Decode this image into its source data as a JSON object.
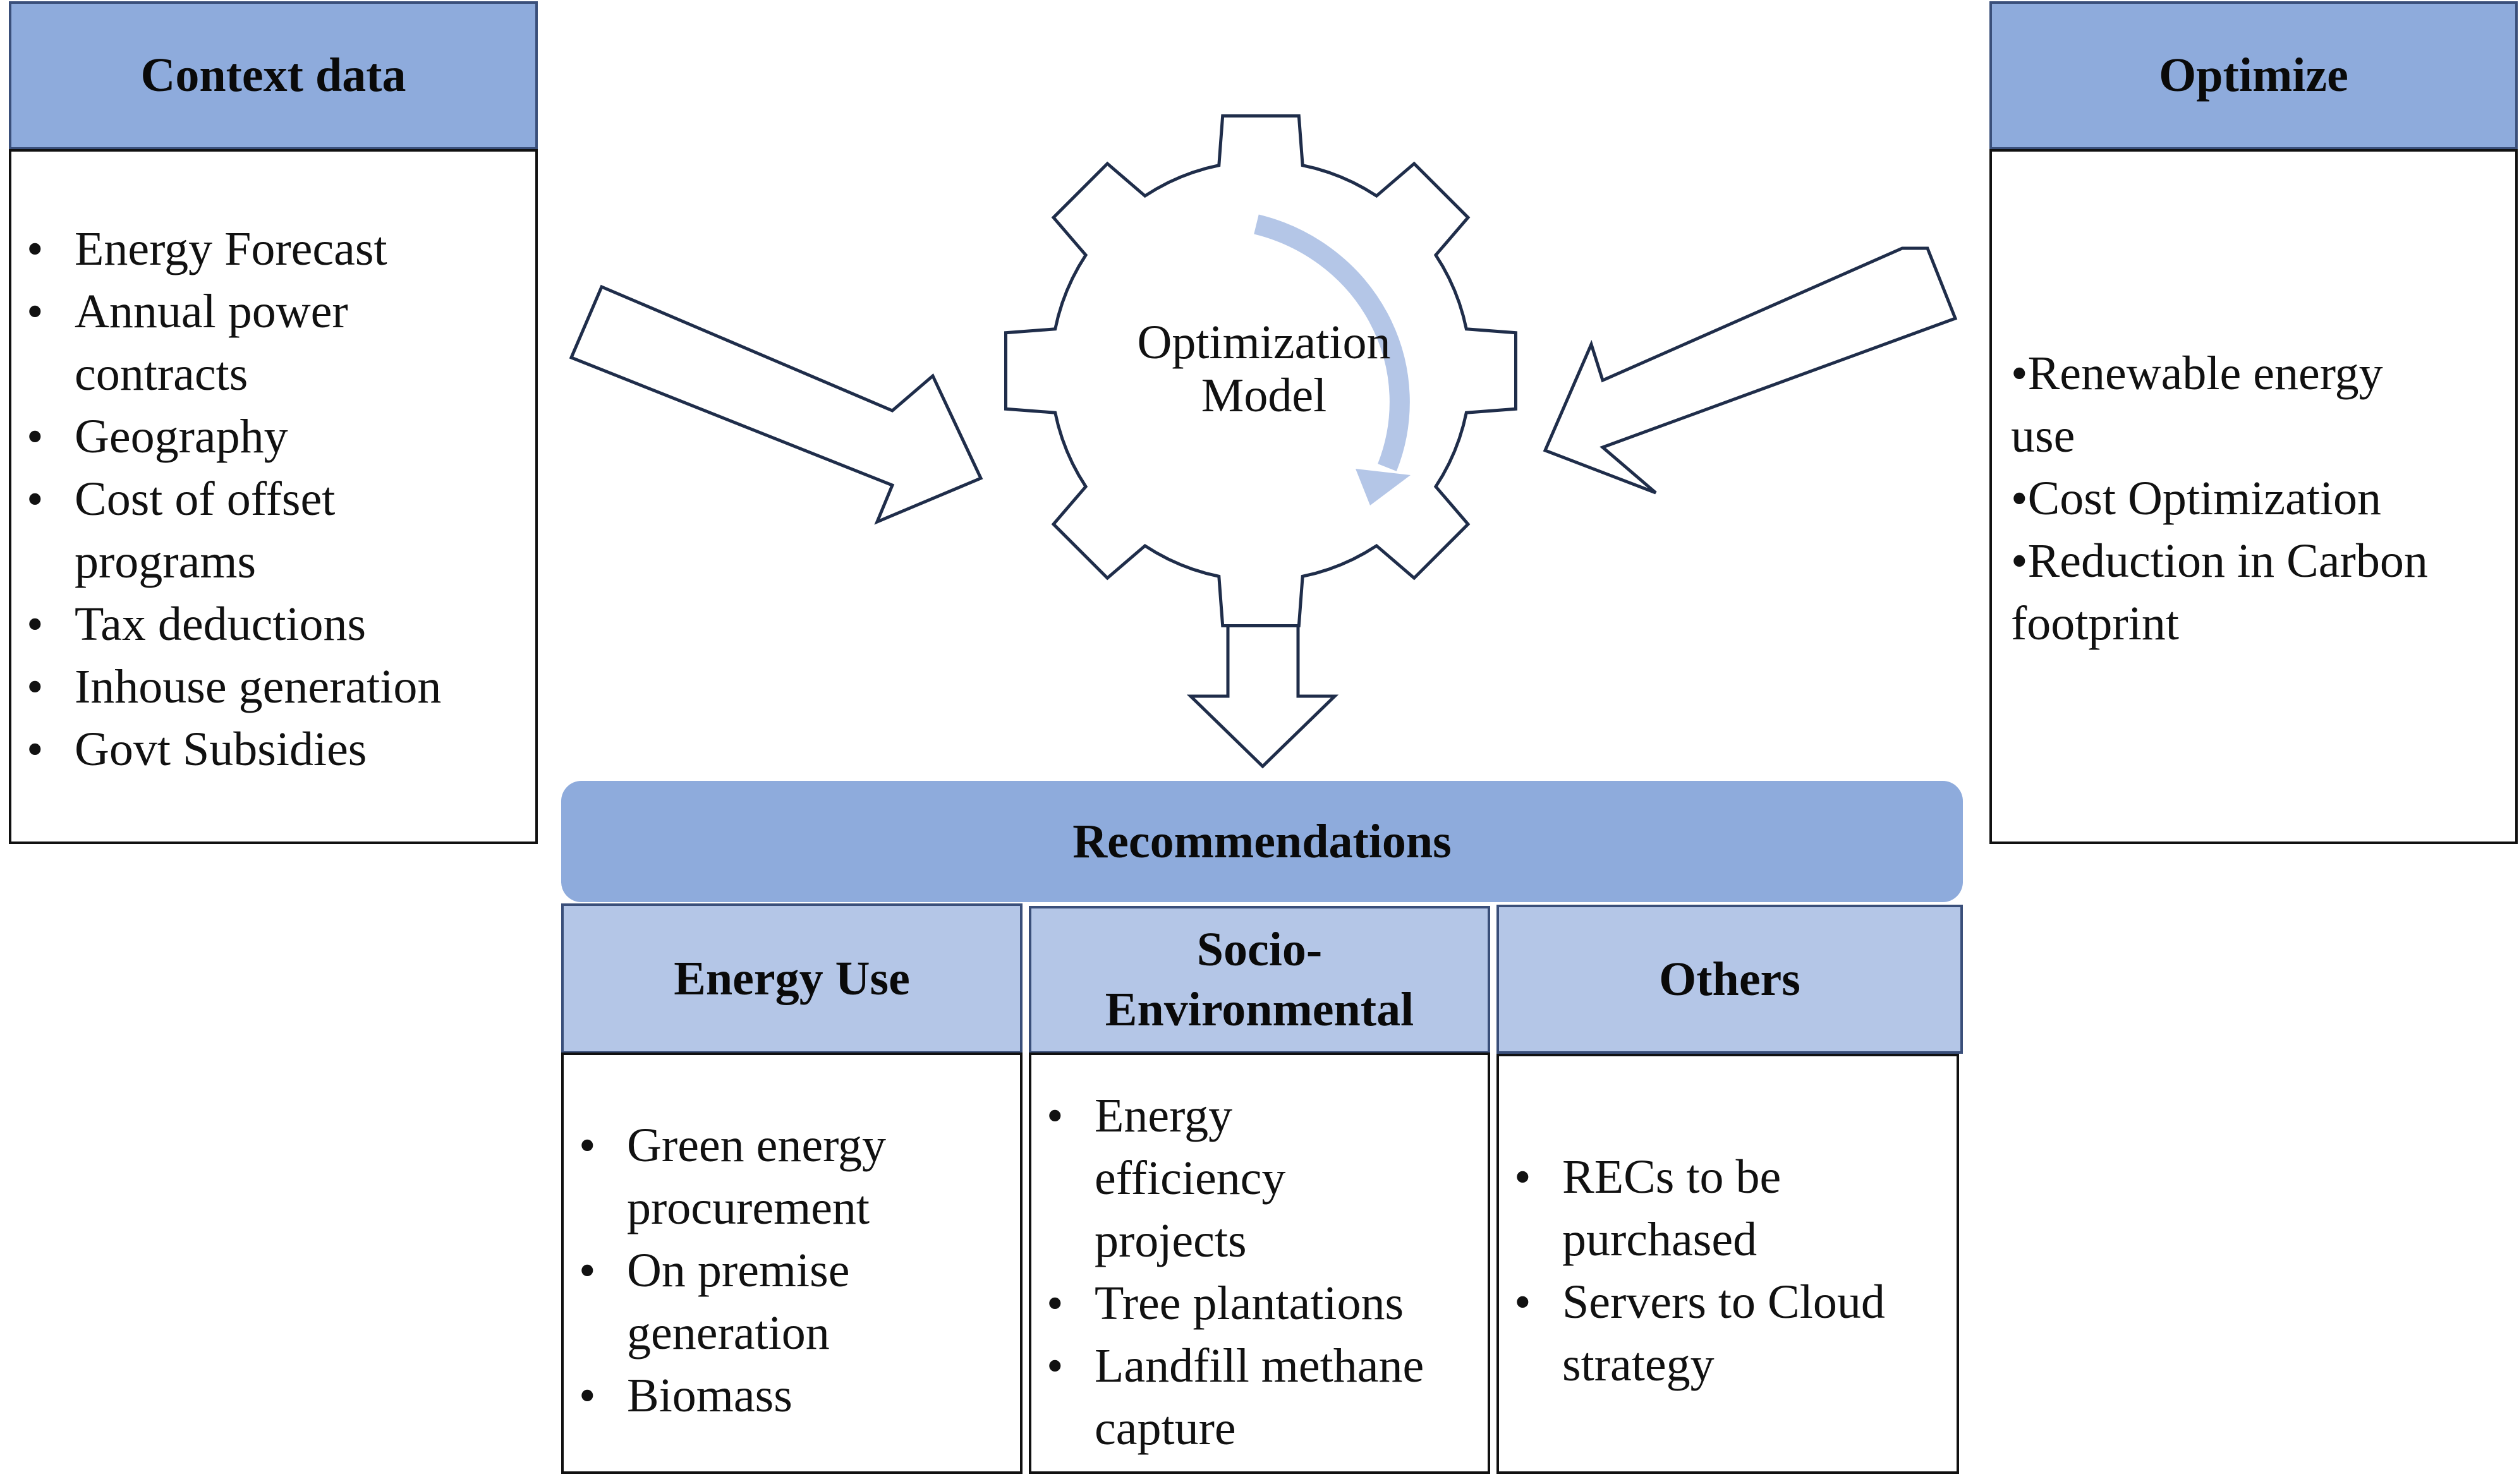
{
  "context": {
    "title": "Context data",
    "items": [
      "Energy Forecast",
      "Annual power contracts",
      "Geography",
      "Cost of offset programs",
      "Tax deductions",
      "Inhouse generation",
      "Govt Subsidies"
    ]
  },
  "optimize": {
    "title": "Optimize",
    "items": [
      "Renewable energy use",
      "Cost Optimization",
      "Reduction in Carbon footprint"
    ]
  },
  "model": {
    "line1": "Optimization",
    "line2": "Model"
  },
  "recommendations": {
    "title": "Recommendations",
    "columns": [
      {
        "title": "Energy Use",
        "items": [
          "Green energy procurement",
          "On premise generation",
          "Biomass"
        ]
      },
      {
        "title": "Socio-Environmental",
        "title_line1": "Socio-",
        "title_line2": "Environmental",
        "items": [
          "Energy efficiency projects",
          "Tree plantations",
          "Landfill methane capture"
        ]
      },
      {
        "title": "Others",
        "items": [
          "RECs to be purchased",
          "Servers to Cloud strategy"
        ]
      }
    ]
  },
  "colors": {
    "header_fill": "#8eabdc",
    "subheader_fill": "#b4c6e7",
    "outline": "#1f2d4a",
    "rotation_arrow": "#b4c6e7"
  }
}
